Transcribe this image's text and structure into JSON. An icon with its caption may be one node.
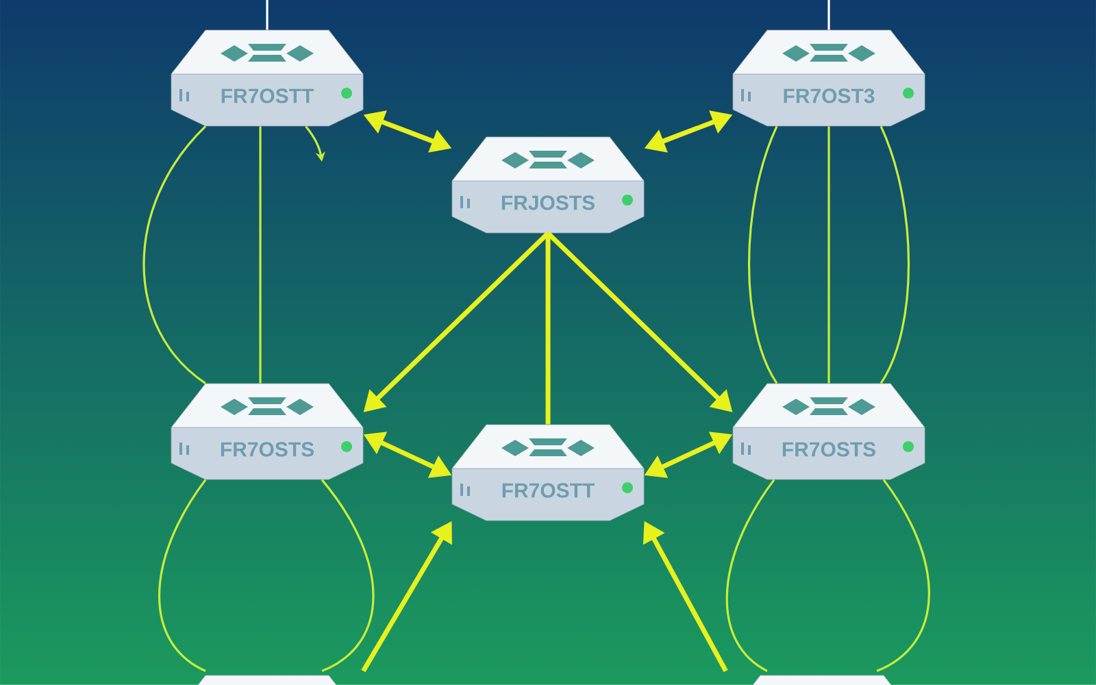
{
  "diagram": {
    "nodes": [
      {
        "text": [
          "FR7OSTT"
        ]
      },
      {
        "text": [
          "FR7OST3"
        ]
      },
      {
        "text": [
          "FRJOSTS"
        ]
      },
      {
        "text": [
          "FR7OSTS"
        ]
      },
      {
        "text": [
          "FR7OSTT"
        ]
      },
      {
        "text": [
          "FR7OSTS"
        ]
      },
      {
        "text": [],
        "shape": "box"
      },
      {
        "text": [],
        "shape": "box"
      }
    ],
    "edges": [
      {
        "from": null,
        "to": 0,
        "arrow": "none",
        "color": "#ffffff"
      },
      {
        "from": null,
        "to": 1,
        "arrow": "none",
        "color": "#ffffff"
      },
      {
        "from": 0,
        "to": 2,
        "arrow": "both",
        "style": "thick"
      },
      {
        "from": 1,
        "to": 2,
        "arrow": "both",
        "style": "thick"
      },
      {
        "from": 0,
        "to": null,
        "arrow": "to"
      },
      {
        "from": 0,
        "to": 3,
        "arrow": "none"
      },
      {
        "from": 0,
        "to": 3,
        "arrow": "none"
      },
      {
        "from": 1,
        "to": 5,
        "arrow": "none"
      },
      {
        "from": 1,
        "to": 5,
        "arrow": "none"
      },
      {
        "from": 1,
        "to": 5,
        "arrow": "none"
      },
      {
        "from": 2,
        "to": 3,
        "arrow": "to",
        "style": "thick"
      },
      {
        "from": 2,
        "to": 5,
        "arrow": "to",
        "style": "thick"
      },
      {
        "from": 2,
        "to": 4,
        "arrow": "none",
        "style": "thick"
      },
      {
        "from": 3,
        "to": 4,
        "arrow": "both",
        "style": "thick"
      },
      {
        "from": 4,
        "to": 5,
        "arrow": "both",
        "style": "thick"
      },
      {
        "from": 3,
        "to": 6,
        "arrow": "none"
      },
      {
        "from": 3,
        "to": 6,
        "arrow": "none"
      },
      {
        "from": 5,
        "to": 7,
        "arrow": "none"
      },
      {
        "from": 5,
        "to": 7,
        "arrow": "none"
      },
      {
        "from": 6,
        "to": 4,
        "arrow": "to",
        "style": "thick"
      },
      {
        "from": 7,
        "to": 4,
        "arrow": "to",
        "style": "thick"
      }
    ]
  }
}
